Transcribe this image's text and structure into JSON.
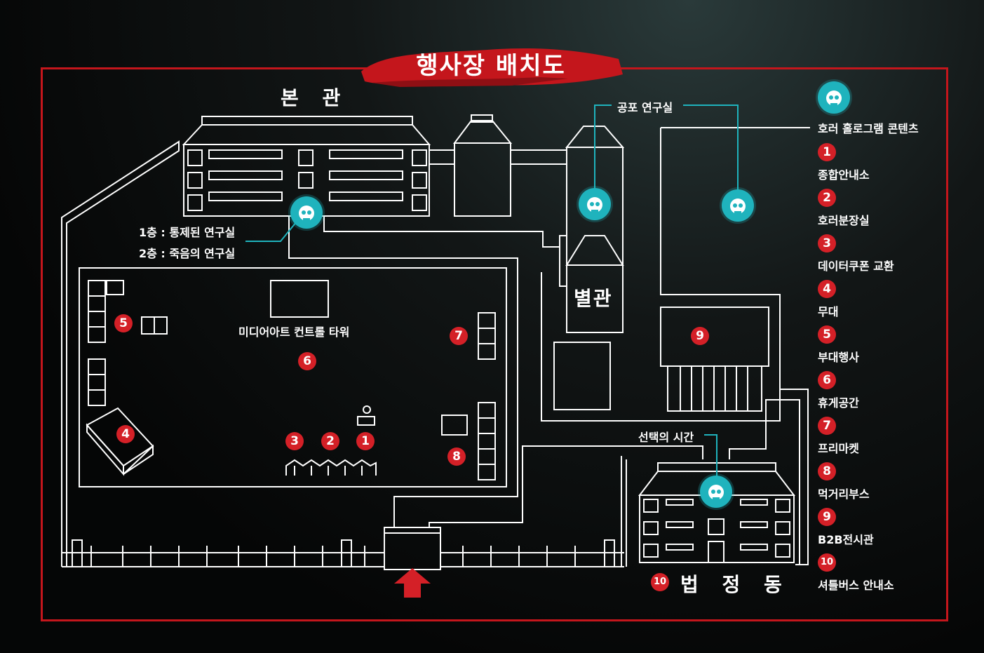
{
  "title": "행사장 배치도",
  "buildings": {
    "main_hall": "본 관",
    "annex": "별관",
    "court": "법 정 동"
  },
  "labels": {
    "fear_lab": "공포 연구실",
    "floor1": "1층 : 통제된 연구실",
    "floor2": "2층 : 죽음의 연구실",
    "media_tower": "미디어아트 컨트롤 타워",
    "choice_time": "선택의 시간"
  },
  "legend": {
    "horror_label": "호러 홀로그램 콘텐츠",
    "items": [
      {
        "num": "1",
        "label": "종합안내소"
      },
      {
        "num": "2",
        "label": "호러분장실"
      },
      {
        "num": "3",
        "label": "데이터쿠폰 교환"
      },
      {
        "num": "4",
        "label": "무대"
      },
      {
        "num": "5",
        "label": "부대행사"
      },
      {
        "num": "6",
        "label": "휴게공간"
      },
      {
        "num": "7",
        "label": "프리마켓"
      },
      {
        "num": "8",
        "label": "먹거리부스"
      },
      {
        "num": "9",
        "label": "B2B전시관"
      },
      {
        "num": "10",
        "label": "셔틀버스 안내소"
      }
    ]
  },
  "map_badges": [
    {
      "num": "1"
    },
    {
      "num": "2"
    },
    {
      "num": "3"
    },
    {
      "num": "4"
    },
    {
      "num": "5"
    },
    {
      "num": "6"
    },
    {
      "num": "7"
    },
    {
      "num": "8"
    },
    {
      "num": "9"
    },
    {
      "num": "10"
    }
  ],
  "colors": {
    "accent_red": "#c4161c",
    "badge_red": "#d42027",
    "horror_teal": "#1fb3bd",
    "line_white": "#ffffff"
  }
}
